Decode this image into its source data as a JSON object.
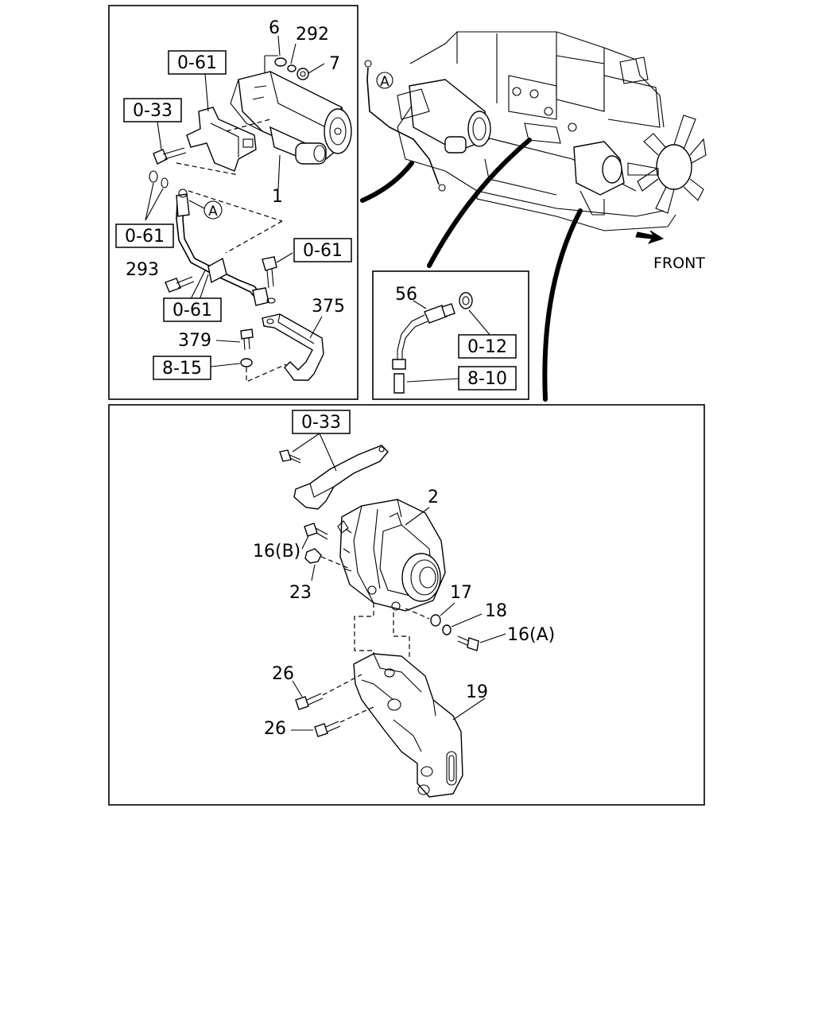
{
  "panels": {
    "starter": {
      "callouts": {
        "part_1": "1",
        "part_6": "6",
        "part_292": "292",
        "part_7": "7",
        "part_293": "293",
        "part_375": "375",
        "part_379": "379",
        "circle_a": "A"
      },
      "references": {
        "ref_top": "0-61",
        "ref_left": "0-33",
        "ref_mid_left": "0-61",
        "ref_mid_right": "0-61",
        "ref_bottom": "0-61",
        "ref_washer": "8-15"
      }
    },
    "sensor": {
      "callouts": {
        "part_56": "56"
      },
      "references": {
        "ref_upper": "0-12",
        "ref_lower": "8-10"
      }
    },
    "engine_overview": {
      "circle_a": "A",
      "front_label": "FRONT"
    },
    "alternator": {
      "callouts": {
        "part_2": "2",
        "part_16b": "16(B)",
        "part_23": "23",
        "part_17": "17",
        "part_18": "18",
        "part_16a": "16(A)",
        "part_26_upper": "26",
        "part_26_lower": "26",
        "part_19": "19"
      },
      "references": {
        "ref_top": "0-33"
      }
    }
  }
}
